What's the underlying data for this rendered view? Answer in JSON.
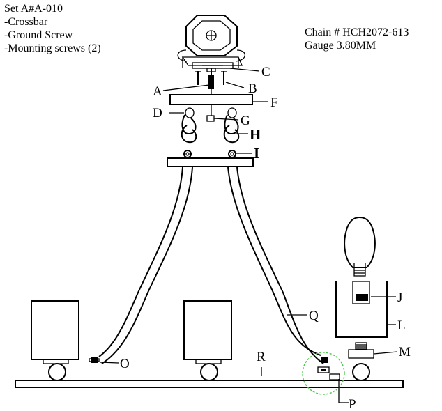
{
  "set_info": {
    "line1": "Set A#A-010",
    "line2": "-Crossbar",
    "line3": "-Ground Screw",
    "line4": "-Mounting screws (2)"
  },
  "chain_info": {
    "line1": "Chain # HCH2072-613",
    "line2": "Gauge 3.80MM"
  },
  "labels": {
    "A": "A",
    "B": "B",
    "C": "C",
    "D": "D",
    "F": "F",
    "G": "G",
    "H": "H",
    "I": "I",
    "J": "J",
    "L": "L",
    "M": "M",
    "O": "O",
    "P": "P",
    "Q": "Q",
    "R": "R"
  },
  "colors": {
    "line": "#000000",
    "highlight_circle": "#4cc94c",
    "background": "#ffffff"
  }
}
